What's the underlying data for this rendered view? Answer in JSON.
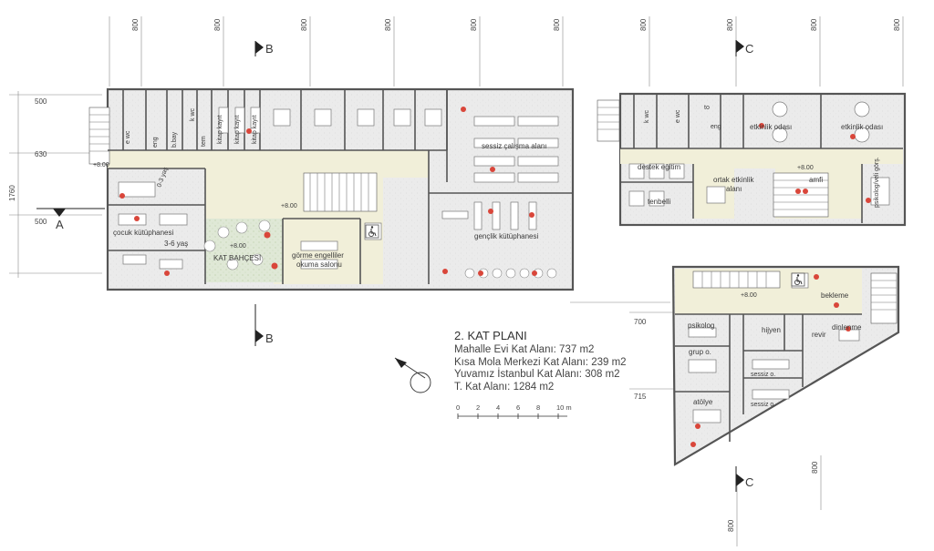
{
  "plan_title": "2. KAT PLANI",
  "areas": [
    "Mahalle Evi Kat Alanı: 737 m2",
    "Kısa Mola Merkezi Kat Alanı: 239 m2",
    "Yuvamız İstanbul Kat Alanı: 308 m2",
    "T. Kat Alanı: 1284 m2"
  ],
  "scale_bar": {
    "ticks": [
      "0",
      "2",
      "4",
      "6",
      "8",
      "10 m"
    ]
  },
  "section_markers": {
    "a": "A",
    "b_top": "B",
    "b_bottom": "B",
    "c_top": "C",
    "c_bottom": "C"
  },
  "dimensions": {
    "top_left": [
      "800",
      "800",
      "800",
      "800",
      "800",
      "800"
    ],
    "top_right": [
      "800",
      "800",
      "800",
      "800"
    ],
    "left_rows": [
      "500",
      "630",
      "500"
    ],
    "left_total": "1760",
    "triangle_left": [
      "700",
      "715"
    ],
    "triangle_bottom": [
      "800",
      "800"
    ]
  },
  "levels": [
    "+8.00",
    "+8.00",
    "+8.00",
    "+8.00",
    "+8.00",
    "+8.00"
  ],
  "rooms": {
    "main": {
      "e_wc": "e wc",
      "eng": "eng",
      "b_bay": "b.bay",
      "k_wc": "k wc",
      "tem": "tem",
      "kitap_kayit": "kitap kayıt",
      "sessiz_calisma": "sessiz çalışma alanı",
      "cocuk_kutup": "çocuk kütüphanesi",
      "yas_0_3": "0-3 yaş",
      "yas_3_6": "3-6 yaş",
      "kat_bahcesi": "KAT BAHÇESİ",
      "gorme": "görme engelliler",
      "okuma": "okuma salonu",
      "genclik": "gençlik kütüphanesi"
    },
    "kisa_molo": {
      "k_wc": "k wc",
      "e_wc": "e wc",
      "to": "to",
      "eng": "eng",
      "etkinlik1": "etkinlik odası",
      "etkinlik2": "etkinlik odası",
      "destek": "destek eğitim",
      "tenbelli": "tenbelli",
      "ortak1": "ortak etkinlik",
      "ortak2": "alanı",
      "amfi": "amfi",
      "psikolog_veli": "psikolog/veli görş."
    },
    "yuvamiz": {
      "bekleme": "bekleme",
      "psikolog": "psikolog",
      "hijyen": "hijyen",
      "revir": "revir",
      "dinlenme": "dinlenme",
      "grup": "grup o.",
      "sessiz1": "sessiz o.",
      "sessiz2": "sessiz o.",
      "atolye": "atölye"
    }
  },
  "colors": {
    "wall": "#555555",
    "floor": "#ebebeb",
    "corridor": "#f1efd9",
    "garden": "#dfe8d6",
    "accent": "#d9463a",
    "furniture": "#8a8a8a"
  },
  "icons": [
    "north-arrow-icon",
    "wheelchair-icon"
  ]
}
